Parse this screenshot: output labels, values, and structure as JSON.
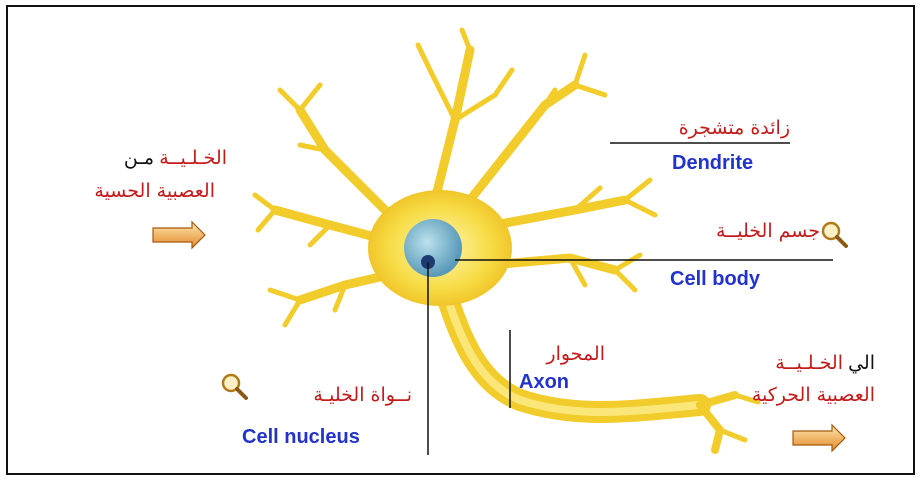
{
  "labels": {
    "dendrite_ar": "زائدة متشجرة",
    "dendrite_en": "Dendrite",
    "cell_body_ar": "جسم الخليــة",
    "cell_body_en": "Cell body",
    "axon_ar": "المحوار",
    "axon_en": "Axon",
    "nucleus_ar": "نــواة الخليـة",
    "nucleus_en": "Cell nucleus",
    "from_prefix": "مـن",
    "from_cell": "الخـلـيــة",
    "from_line2": "العصبية الحسية",
    "to_prefix": "الي",
    "to_cell": "الخـلـيــة",
    "to_line2": "العصبية الحركية"
  },
  "colors": {
    "neuron_fill": "#f6d83a",
    "neuron_stroke": "#e2b312",
    "arabic_label": "#c41a1a",
    "english_label": "#2233cc",
    "nucleus": "#5fa7c8"
  },
  "icons": [
    "arrow-right-icon",
    "magnifier-icon"
  ]
}
